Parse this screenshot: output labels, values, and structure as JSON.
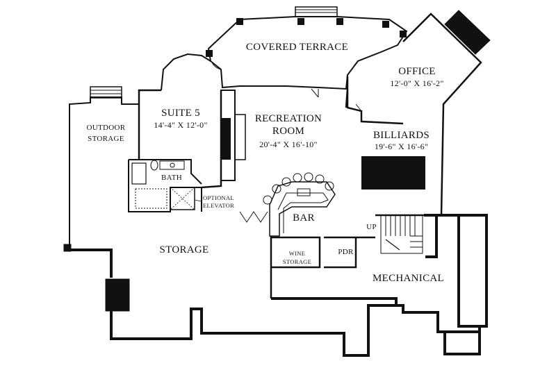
{
  "rooms": {
    "covered_terrace": {
      "name": "COVERED TERRACE"
    },
    "office": {
      "name": "OFFICE",
      "dims": "12'-0\" X 16'-2\""
    },
    "suite5": {
      "name": "SUITE 5",
      "dims": "14'-4\" X 12'-0\""
    },
    "recreation": {
      "name_line1": "RECREATION",
      "name_line2": "ROOM",
      "dims": "20'-4\" X 16'-10\""
    },
    "billiards": {
      "name": "BILLIARDS",
      "dims": "19'-6\" X 16'-6\""
    },
    "outdoor_storage": {
      "line1": "OUTDOOR",
      "line2": "STORAGE"
    },
    "bath": {
      "name": "BATH"
    },
    "elevator": {
      "line1": "OPTIONAL",
      "line2": "ELEVATOR"
    },
    "bar": {
      "name": "BAR"
    },
    "storage": {
      "name": "STORAGE"
    },
    "wine_storage": {
      "line1": "WINE",
      "line2": "STORAGE"
    },
    "pdr": {
      "name": "PDR"
    },
    "mechanical": {
      "name": "MECHANICAL"
    },
    "stairs": {
      "label": "UP"
    }
  }
}
